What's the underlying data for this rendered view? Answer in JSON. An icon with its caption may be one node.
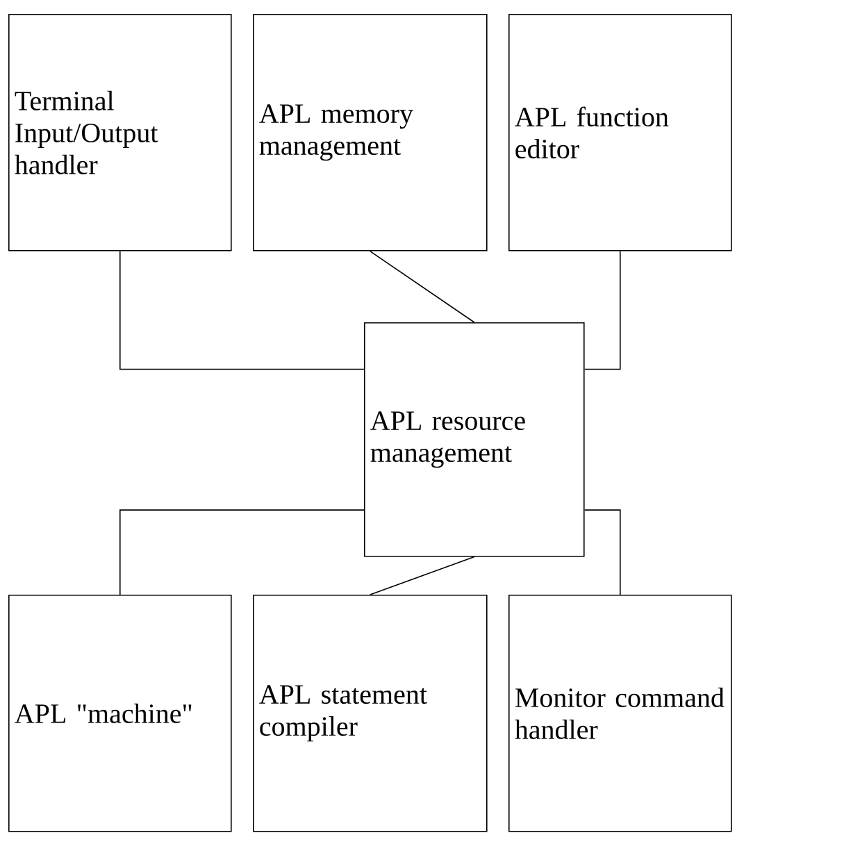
{
  "diagram": {
    "nodes": [
      {
        "text": [
          "Terminal Input/Output handler"
        ]
      },
      {
        "text": [
          "APL memory management"
        ]
      },
      {
        "text": [
          "APL function editor"
        ]
      },
      {
        "text": [
          "APL resource management"
        ]
      },
      {
        "text": [
          "APL \"machine\""
        ]
      },
      {
        "text": [
          "APL statement compiler"
        ]
      },
      {
        "text": [
          "Monitor command handler"
        ]
      }
    ],
    "edges": [
      {
        "from": 0,
        "to": 3,
        "arrow": "none"
      },
      {
        "from": 1,
        "to": 3,
        "arrow": "none"
      },
      {
        "from": 2,
        "to": 3,
        "arrow": "none"
      },
      {
        "from": 4,
        "to": 3,
        "arrow": "none"
      },
      {
        "from": 5,
        "to": 3,
        "arrow": "none"
      },
      {
        "from": 6,
        "to": 3,
        "arrow": "none"
      }
    ]
  }
}
